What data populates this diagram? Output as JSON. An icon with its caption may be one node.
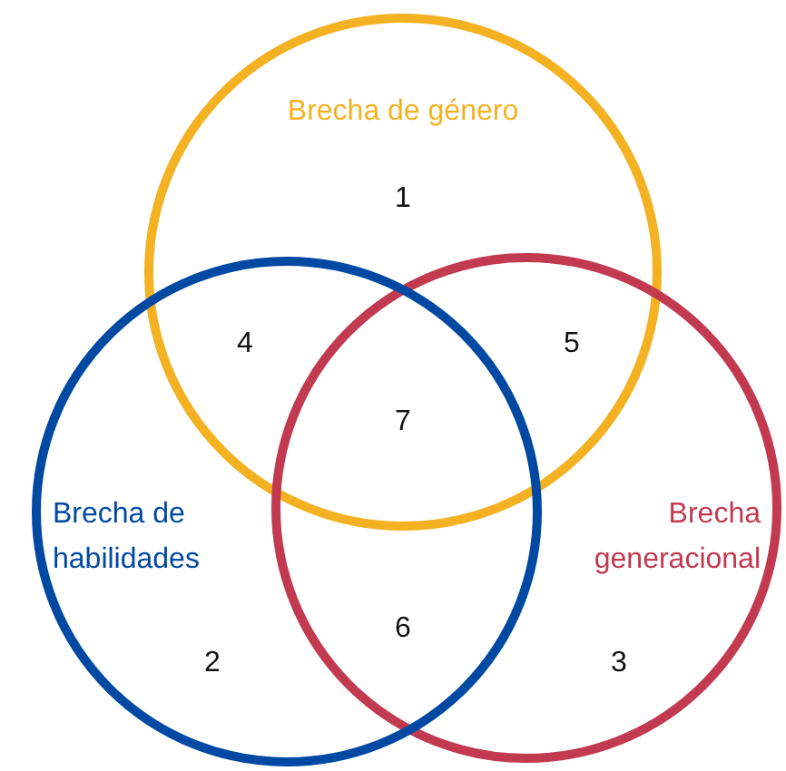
{
  "diagram": {
    "nodes": [
      {
        "text": [
          "Brecha de género"
        ]
      },
      {
        "text": [
          "Brecha de habilidades"
        ]
      },
      {
        "text": [
          "Brecha generacional"
        ]
      }
    ],
    "labels": [
      "1",
      "4",
      "5",
      "7",
      "6",
      "2",
      "3"
    ]
  }
}
